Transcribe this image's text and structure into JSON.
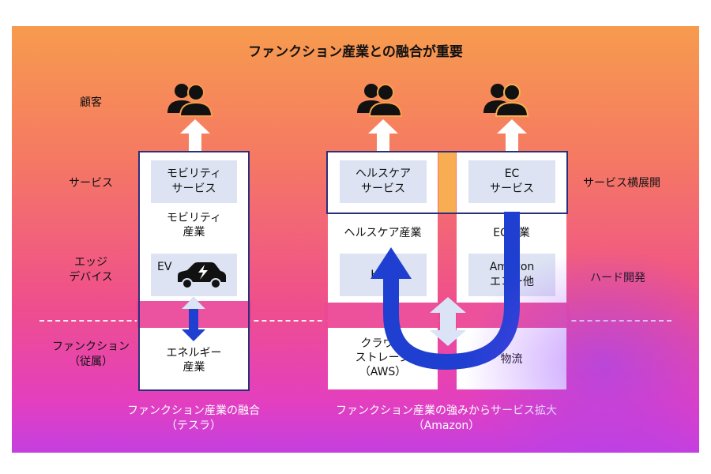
{
  "title": "ファンクション産業との融合が重要",
  "row_labels": {
    "customer": "顧客",
    "service": "サービス",
    "edge_line1": "エッジ",
    "edge_line2": "デバイス",
    "function_line1": "ファンクション",
    "function_line2": "（従属）"
  },
  "right_labels": {
    "service_expansion": "サービス横展開",
    "hardware_dev": "ハード開発"
  },
  "tesla": {
    "service_line1": "モビリティ",
    "service_line2": "サービス",
    "industry_line1": "モビリティ",
    "industry_line2": "産業",
    "device": "EV",
    "function_line1": "エネルギー",
    "function_line2": "産業",
    "caption_line1": "ファンクション産業の融合",
    "caption_line2": "（テスラ）"
  },
  "amazon": {
    "health_service_line1": "ヘルスケア",
    "health_service_line2": "サービス",
    "ec_service_line1": "EC",
    "ec_service_line2": "サービス",
    "health_industry": "ヘルスケア産業",
    "ec_industry": "EC産業",
    "health_device": "Halo",
    "ec_device_line1": "Amazon",
    "ec_device_line2": "エコー他",
    "cloud_line1": "クラウド",
    "cloud_line2": "ストレージ",
    "cloud_line3": "（AWS）",
    "logistics": "物流",
    "caption_line1": "ファンクション産業の強みからサービス拡大",
    "caption_line2": "（Amazon）"
  },
  "colors": {
    "frame": "#2a2f7a",
    "panel": "#dde3f3",
    "arrow_blue": "#1f3fd1",
    "arrow_light": "#dbe3f7"
  }
}
